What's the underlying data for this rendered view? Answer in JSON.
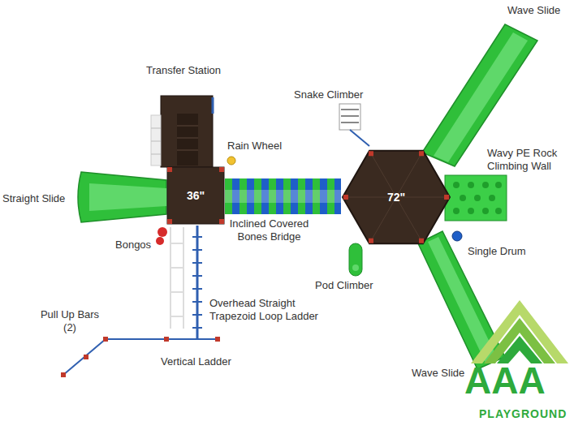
{
  "diagram": {
    "nodes": [
      {
        "text": [
          "36\""
        ]
      },
      {
        "text": [
          "72\""
        ]
      }
    ],
    "edges": [
      {
        "from": 0,
        "to": 1,
        "arrow": "none"
      }
    ],
    "labels": [
      "Transfer Station",
      "Snake Climber",
      "Wave Slide",
      "Rain Wheel",
      "Wavy PE Rock Climbing Wall",
      "Straight Slide",
      "Bongos",
      "Inclined Covered Bones Bridge",
      "Single Drum",
      "Pod Climber",
      "Overhead Straight Trapezoid Loop Ladder",
      "Pull Up Bars (2)",
      "Vertical Ladder",
      "Wave Slide",
      "AAA",
      "PLAYGROUND"
    ]
  }
}
